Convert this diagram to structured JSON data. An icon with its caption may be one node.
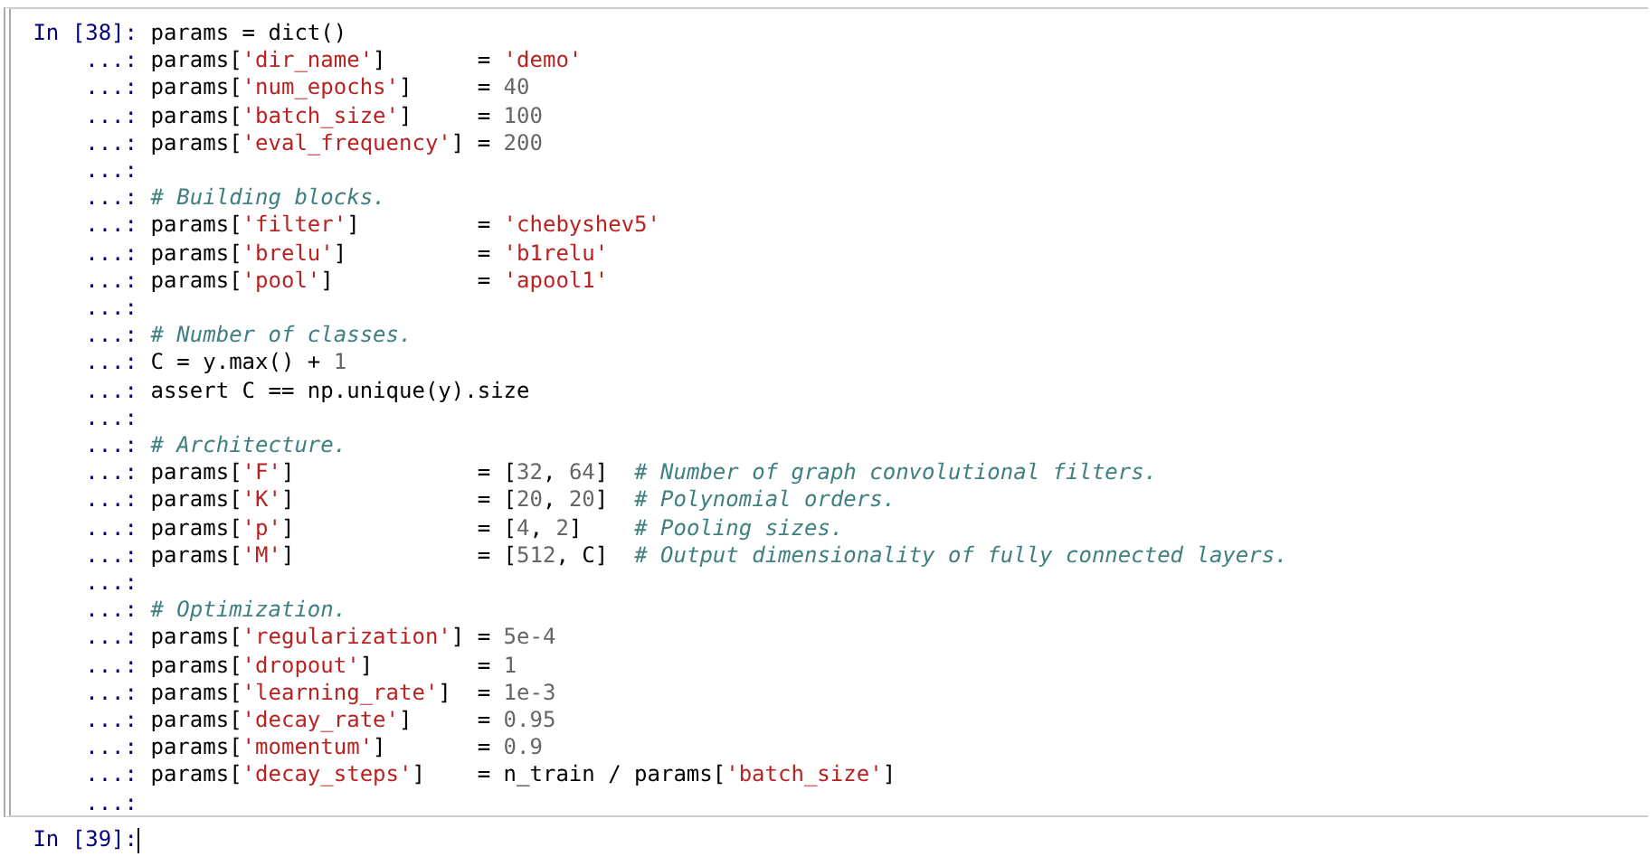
{
  "diagram": {
    "labels": [
      "In [38]: params = dict()",
      "...: params['dir_name']       = 'demo'",
      "...: params['num_epochs']     = 40",
      "...: params['batch_size']     = 100",
      "...: params['eval_frequency'] = 200",
      "...:",
      "...: # Building blocks.",
      "...: params['filter']         = 'chebyshev5'",
      "...: params['brelu']          = 'b1relu'",
      "...: params['pool']           = 'apool1'",
      "...:",
      "...: # Number of classes.",
      "...: C = y.max() + 1",
      "...: assert C == np.unique(y).size",
      "...:",
      "...: # Architecture.",
      "...: params['F']              = [32, 64]  # Number of graph convolutional filters.",
      "...: params['K']              = [20, 20]  # Polynomial orders.",
      "...: params['p']              = [4, 2]    # Pooling sizes.",
      "...: params['M']              = [512, C]  # Output dimensionality of fully connected layers.",
      "...:",
      "...: # Optimization.",
      "...: params['regularization'] = 5e-4",
      "...: params['dropout']        = 1",
      "...: params['learning_rate']  = 1e-3",
      "...: params['decay_rate']     = 0.95",
      "...: params['momentum']       = 0.9",
      "...: params['decay_steps']    = n_train / params['batch_size']",
      "...:",
      "In [39]:"
    ]
  }
}
